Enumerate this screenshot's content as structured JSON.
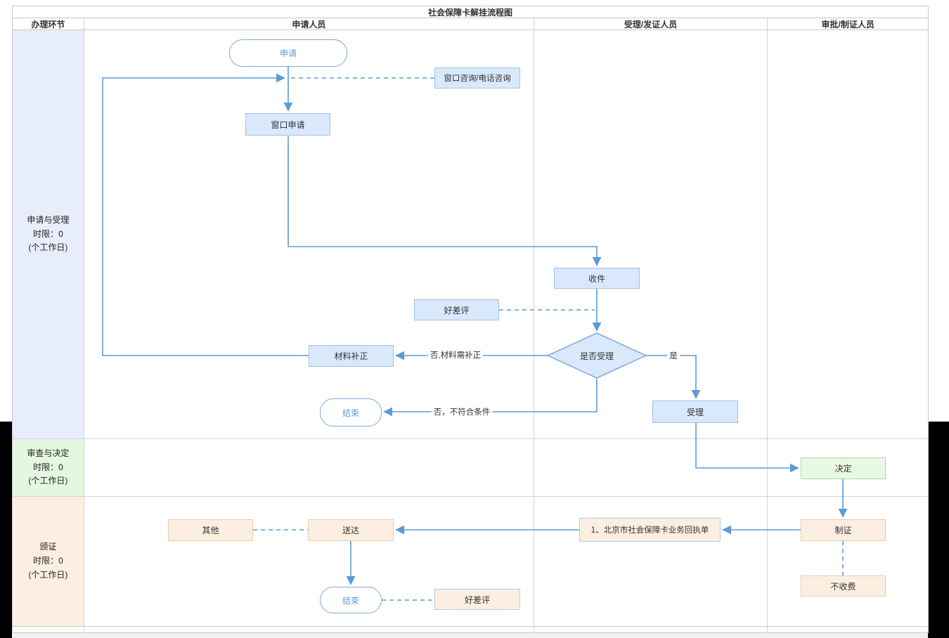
{
  "table": {
    "title": "社会保障卡解挂流程图",
    "columns": [
      "办理环节",
      "申请人员",
      "受理/发证人员",
      "审批/制证人员"
    ],
    "rows": [
      {
        "lines": [
          "申请与受理",
          "时限：0",
          "(个工作日)"
        ]
      },
      {
        "lines": [
          "审查与决定",
          "时限：0",
          "(个工作日)"
        ]
      },
      {
        "lines": [
          "颁证",
          "时限：0",
          "(个工作日)"
        ]
      }
    ]
  },
  "nodes": {
    "apply": "申请",
    "consult": "窗口咨询/电话咨询",
    "window_apply": "窗口申请",
    "receive": "收件",
    "rating_top": "好差评",
    "accept_decision": "是否受理",
    "material_fix": "材料补正",
    "end_mid": "结束",
    "accept": "受理",
    "decide": "决定",
    "make_cert": "制证",
    "no_fee": "不收费",
    "receipt": "1、北京市社会保障卡业务回执单",
    "deliver": "送达",
    "other": "其他",
    "end_bottom": "结束",
    "rating_bottom": "好差评"
  },
  "edge_labels": {
    "no_fix": "否,材料需补正",
    "no_reject": "否，不符合条件",
    "yes": "是"
  },
  "colors": {
    "line_blue": "#5b9bd5",
    "node_blue_fill": "#dae8fc",
    "node_green_fill": "#e7f9e3",
    "node_orange_fill": "#fcefe2",
    "stage_blue": "#e7edfb",
    "stage_green": "#e4f7e0",
    "stage_orange": "#fdeee2"
  }
}
